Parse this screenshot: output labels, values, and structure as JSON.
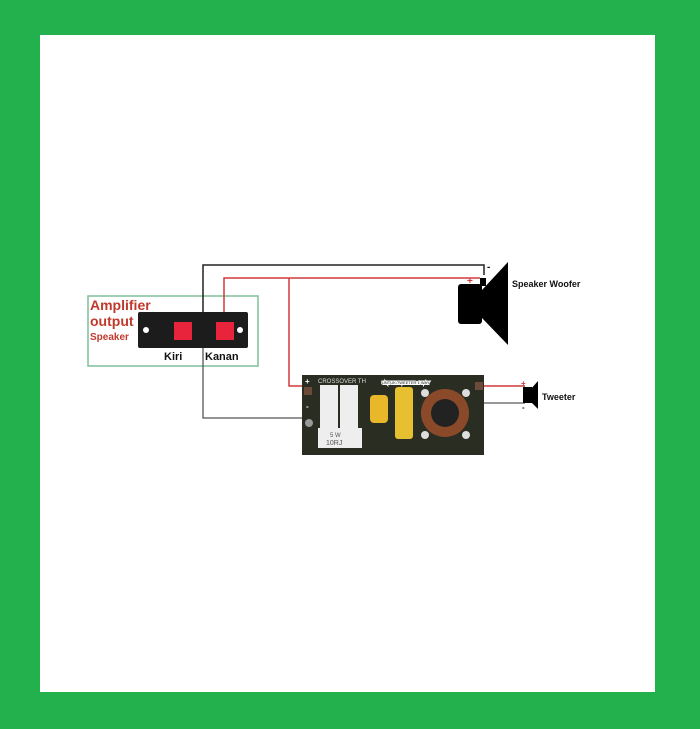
{
  "amplifier": {
    "title_line1": "Amplifier",
    "title_line2": "output",
    "subtitle": "Speaker",
    "left_label": "Kiri",
    "right_label": "Kanan"
  },
  "woofer": {
    "label": "Speaker Woofer",
    "plus": "+",
    "minus": "-"
  },
  "tweeter": {
    "label": "Tweeter",
    "plus": "+",
    "minus": "-"
  },
  "crossover": {
    "board_title": "CROSSOVER TH",
    "board_subtitle": "UNTUK TWEETER 1 WAY",
    "resistor_line1": "5 W",
    "resistor_line2": "10RJ",
    "plus": "+",
    "minus": "-"
  },
  "colors": {
    "frame": "#22b14c",
    "wire_red": "#d23a3a",
    "wire_black": "#222222",
    "label_red": "#c0392b"
  }
}
